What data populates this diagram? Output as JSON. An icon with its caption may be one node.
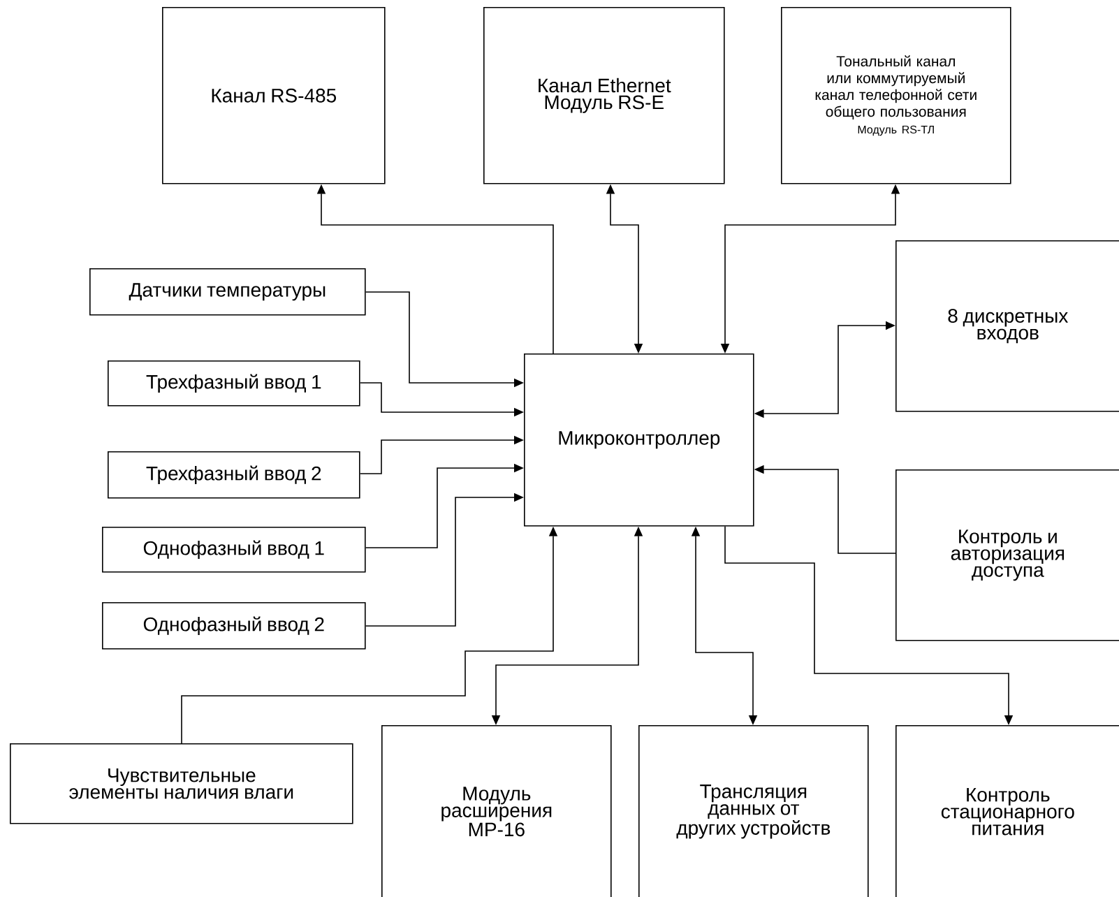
{
  "diagram": {
    "nodes": [
      {
        "text": [
          "Канал RS-485"
        ]
      },
      {
        "text": [
          "Канал Ethernet",
          "Модуль RS-E"
        ]
      },
      {
        "text": [
          "Тональный канал или коммутируемый канал телефонной сети общего пользования",
          "Модуль RS-ТЛ"
        ]
      },
      {
        "text": [
          "Датчики температуры"
        ]
      },
      {
        "text": [
          "8 дискретных входов"
        ]
      },
      {
        "text": [
          "Трехфазный ввод 1"
        ]
      },
      {
        "text": [
          "Микроконтроллер"
        ]
      },
      {
        "text": [
          "Трехфазный ввод 2"
        ]
      },
      {
        "text": [
          "Однофазный ввод 1"
        ]
      },
      {
        "text": [
          "Контроль и авторизация доступа"
        ]
      },
      {
        "text": [
          "Однофазный ввод 2"
        ]
      },
      {
        "text": [
          "Чувствительные элементы наличия влаги"
        ]
      },
      {
        "text": [
          "Модуль расширения МР-16"
        ]
      },
      {
        "text": [
          "Трансляция данных от других устройств"
        ]
      },
      {
        "text": [
          "Контроль стационарного питания"
        ]
      }
    ],
    "edges": [
      {
        "from": 6,
        "to": 0,
        "arrow": "to"
      },
      {
        "from": 1,
        "to": 6,
        "arrow": "both"
      },
      {
        "from": 2,
        "to": 6,
        "arrow": "both"
      },
      {
        "from": 3,
        "to": 6,
        "arrow": "to"
      },
      {
        "from": 6,
        "to": 4,
        "arrow": "both"
      },
      {
        "from": 5,
        "to": 6,
        "arrow": "to"
      },
      {
        "from": 7,
        "to": 6,
        "arrow": "to"
      },
      {
        "from": 8,
        "to": 6,
        "arrow": "to"
      },
      {
        "from": 9,
        "to": 6,
        "arrow": "to"
      },
      {
        "from": 10,
        "to": 6,
        "arrow": "to"
      },
      {
        "from": 11,
        "to": 6,
        "arrow": "to"
      },
      {
        "from": 6,
        "to": 12,
        "arrow": "both"
      },
      {
        "from": 6,
        "to": 13,
        "arrow": "both"
      },
      {
        "from": 6,
        "to": 14,
        "arrow": "to"
      }
    ]
  }
}
